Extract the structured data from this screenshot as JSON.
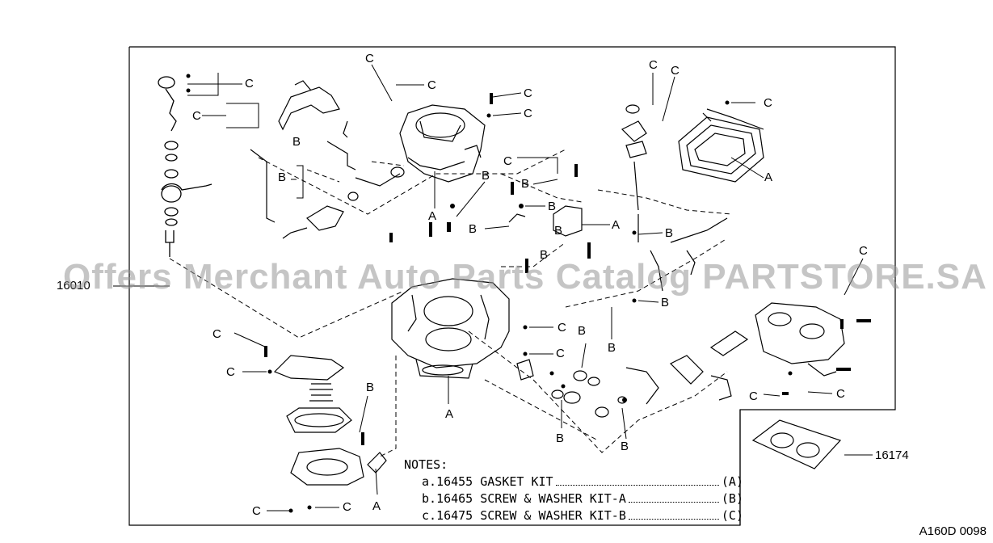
{
  "diagram": {
    "part_numbers": {
      "assembly": "16010",
      "gasket": "16174"
    },
    "callout_letters": {
      "gasket_kit": "A",
      "screw_washer_a": "B",
      "screw_washer_b": "C"
    },
    "notes": {
      "heading": "NOTES:",
      "items": [
        {
          "text": "a.16455 GASKET KIT",
          "ref": "(A)"
        },
        {
          "text": "b.16465 SCREW & WASHER KIT-A",
          "ref": "(B)"
        },
        {
          "text": "c.16475 SCREW & WASHER KIT-B",
          "ref": "(C)"
        }
      ]
    },
    "figure_code": "A160D 0098",
    "watermark": "Offers Merchant Auto Parts Catalog PARTSTORE.SA"
  }
}
